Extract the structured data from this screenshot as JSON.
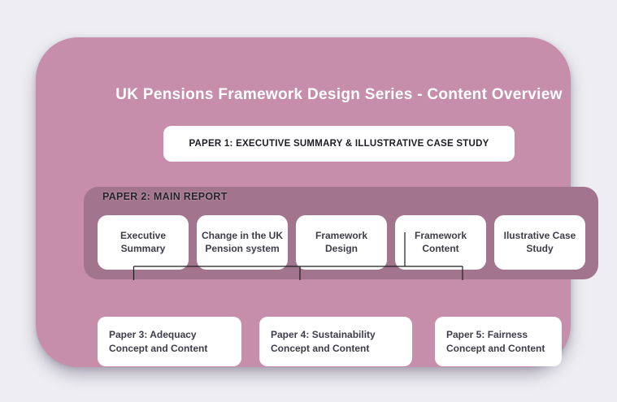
{
  "title": "UK Pensions Framework Design Series - Content Overview",
  "paper1": {
    "label": "PAPER 1: EXECUTIVE SUMMARY & ILLUSTRATIVE CASE STUDY"
  },
  "paper2": {
    "label": "PAPER 2: MAIN REPORT",
    "sections": [
      {
        "label": "Executive Summary"
      },
      {
        "label": "Change in the UK Pension system"
      },
      {
        "label": "Framework Design"
      },
      {
        "label": "Framework Content"
      },
      {
        "label": "Ilustrative Case Study"
      }
    ]
  },
  "child_papers": [
    {
      "label": "Paper 3: Adequacy Concept and Content"
    },
    {
      "label": "Paper 4: Sustainability Concept and Content"
    },
    {
      "label": "Paper 5: Fairness Concept and Content"
    }
  ],
  "colors": {
    "background": "#ededf2",
    "panel": "#c68eab",
    "band": "#a3748e",
    "box": "#ffffff",
    "title_text": "#ffffff",
    "text_dark": "#3f3c4a",
    "text_heading": "#1d1c24",
    "connector": "#1c1c1c"
  }
}
